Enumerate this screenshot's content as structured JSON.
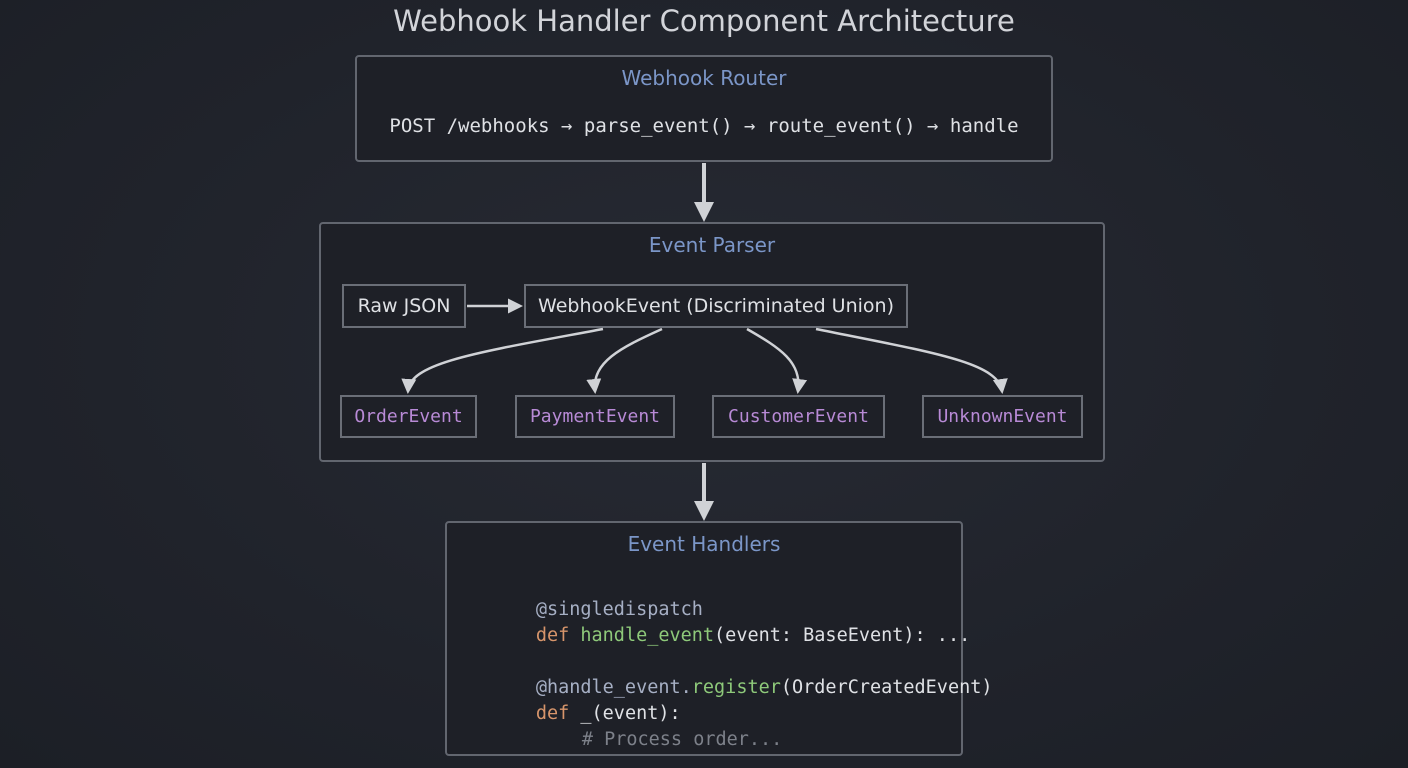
{
  "title": "Webhook Handler Component Architecture",
  "router": {
    "title": "Webhook Router",
    "flow": "POST /webhooks → parse_event() → route_event() → handle"
  },
  "parser": {
    "title": "Event Parser",
    "raw_json": "Raw JSON",
    "union": "WebhookEvent (Discriminated Union)",
    "events": [
      "OrderEvent",
      "PaymentEvent",
      "CustomerEvent",
      "UnknownEvent"
    ]
  },
  "handlers": {
    "title": "Event Handlers",
    "code": {
      "line1": {
        "decorator": "@singledispatch"
      },
      "line2": {
        "keyword": "def",
        "fn": "handle_event",
        "rest": "(event: BaseEvent): ..."
      },
      "line3": {
        "decorator": "@handle_event.",
        "fn": "register",
        "rest": "(OrderCreatedEvent)"
      },
      "line4": {
        "keyword": "def",
        "rest": " _(event):"
      },
      "line5": {
        "comment": "# Process order..."
      }
    }
  },
  "colors": {
    "background": "#20232b",
    "panel_border": "#62666f",
    "panel_title": "#7b96c8",
    "event_text": "#b88ad6",
    "keyword": "#d7956b",
    "function": "#8ec97a",
    "comment": "#7d818a",
    "arrow": "#d0d2d6"
  }
}
